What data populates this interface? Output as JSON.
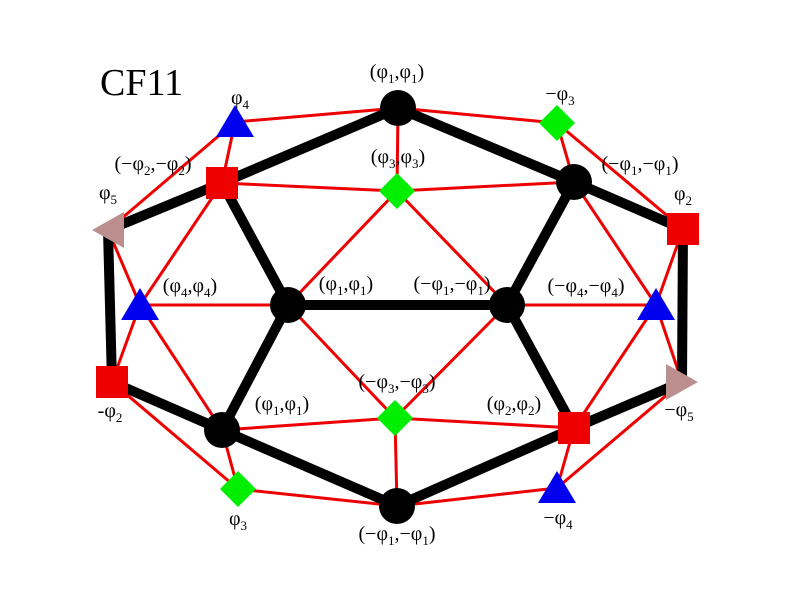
{
  "title": "CF11",
  "colors": {
    "red_edge": "#ee0000",
    "black_edge": "#000000",
    "square": "#ee0000",
    "triangle_blue": "#0000ee",
    "triangle_tan": "#bc8f8f",
    "diamond": "#00ee00",
    "circle": "#000000"
  },
  "labels": {
    "top_circle": "(φ1,φ1)",
    "top_left_triangle": "φ4",
    "top_right_diamond": "−φ3",
    "upper_left_square": "(−φ2,−φ2)",
    "upper_center_diamond": "(φ3,φ3)",
    "upper_right_circle": "(−φ1,−φ1)",
    "left_tan_triangle": "φ5",
    "right_square": "φ2",
    "left_blue_triangle": "(φ4,φ4)",
    "mid_left_circle": "(φ1,φ1)",
    "mid_right_circle": "(−φ1,−φ1)",
    "right_blue_triangle": "(−φ4,−φ4)",
    "left_square": "-φ2",
    "lower_center_diamond": "(−φ3,−φ3)",
    "right_tan_triangle": "−φ5",
    "lower_left_circle": "(φ1,φ1)",
    "lower_right_square": "(φ2,φ2)",
    "bottom_left_diamond": "φ3",
    "bottom_circle": "(−φ1,−φ1)",
    "bottom_right_triangle": "−φ4"
  }
}
